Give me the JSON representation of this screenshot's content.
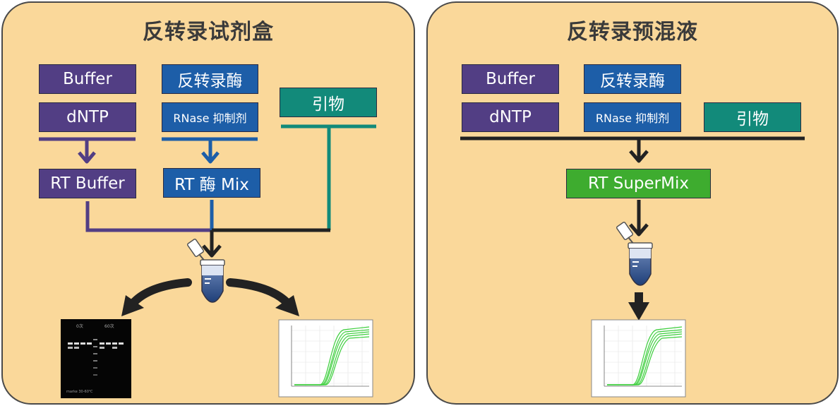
{
  "left_panel": {
    "title": "反转录试剂盒",
    "buffer": "Buffer",
    "dntp": "dNTP",
    "enzyme": "反转录酶",
    "rnase_inhibitor": "RNase 抑制剂",
    "primer": "引物",
    "rt_buffer": "RT Buffer",
    "rt_enzyme_mix": "RT 酶 Mix",
    "gel_labels": {
      "left_group": "0次",
      "right_group": "60次",
      "footer": "marke  30-60℃"
    }
  },
  "right_panel": {
    "title": "反转录预混液",
    "buffer": "Buffer",
    "enzyme": "反转录酶",
    "dntp": "dNTP",
    "rnase_inhibitor": "RNase 抑制剂",
    "primer": "引物",
    "rt_supermix": "RT SuperMix"
  },
  "colors": {
    "panel_bg": "#fad89a",
    "purple": "#523e84",
    "blue": "#1d5ea8",
    "teal": "#128a7a",
    "green": "#3eac2f",
    "line_dark": "#222222",
    "tube": "#2d4f86"
  },
  "icons": [
    "pipette-icon",
    "tube-icon",
    "gel-image",
    "amplification-curve-icon"
  ]
}
